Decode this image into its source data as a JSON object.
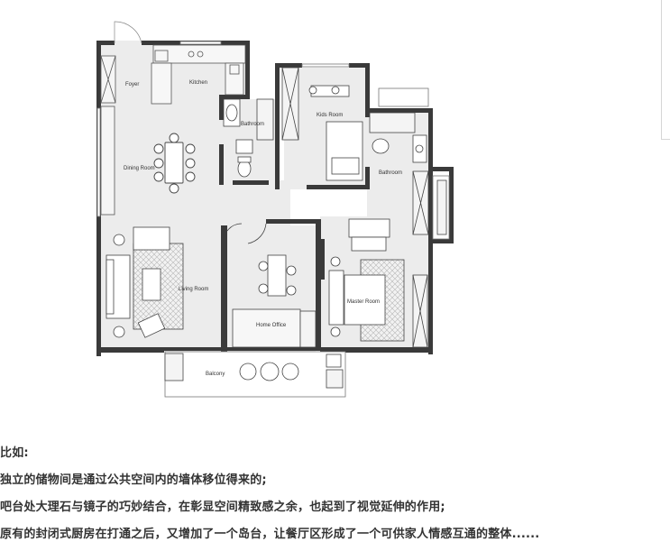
{
  "floor_plan": {
    "rooms": {
      "foyer": "Foyer",
      "kitchen": "Kitchen",
      "bathroom_1": "Bathroom",
      "kids_room": "Kids Room",
      "bathroom_2": "Bathroom",
      "dining_room": "Dining Room",
      "living_room": "Living Room",
      "home_office": "Home Office",
      "master_room": "Master Room",
      "balcony": "Balcony"
    }
  },
  "article": {
    "lines": [
      "比如:",
      "独立的储物间是通过公共空间内的墙体移位得来的;",
      "吧台处大理石与镜子的巧妙结合，在彰显空间精致感之余，也起到了视觉延伸的作用;",
      "原有的封闭式厨房在打通之后，又增加了一个岛台，让餐厅区形成了一个可供家人情感互通的整体......"
    ]
  }
}
